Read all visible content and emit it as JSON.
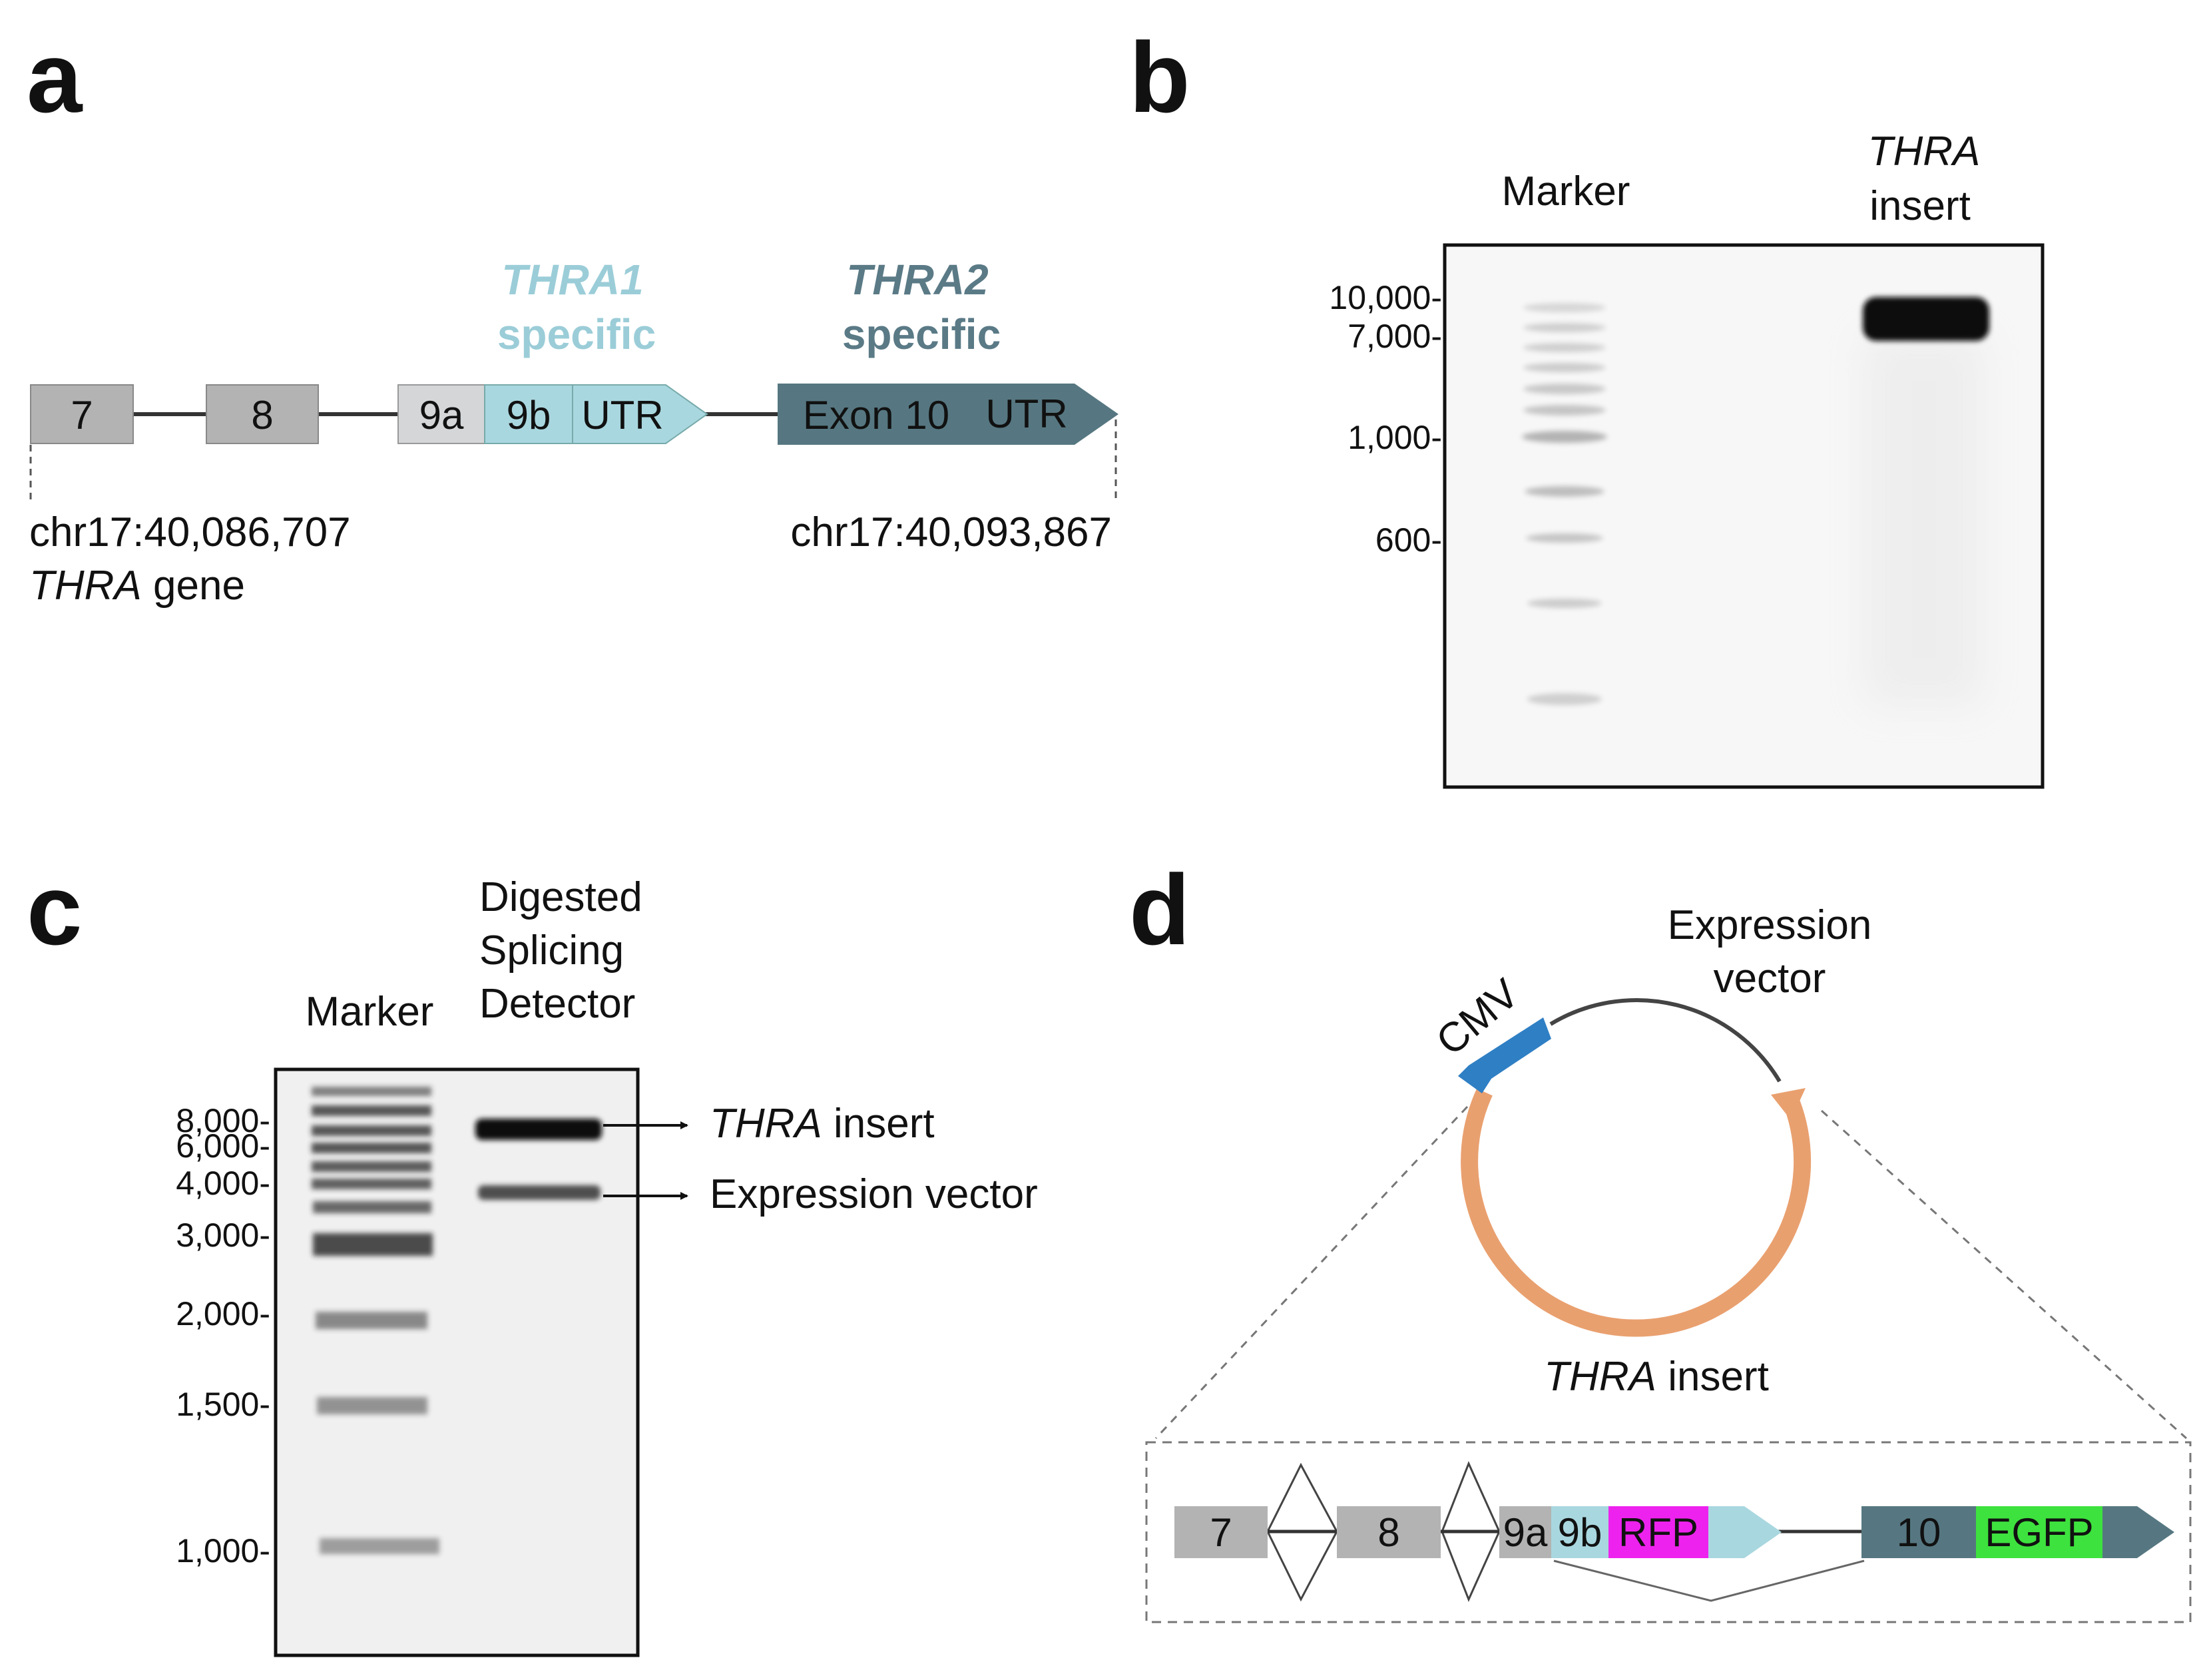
{
  "panels": {
    "a": "a",
    "b": "b",
    "c": "c",
    "d": "d"
  },
  "colors": {
    "exon_gray": "#b3b3b3",
    "exon_light": "#d4d6d8",
    "thra1_light_blue": "#a9d7df",
    "thra2_dark_teal": "#567781",
    "cmv_blue": "#2f7fc4",
    "insert_orange": "#e9a06f",
    "rfp_magenta": "#ee22ee",
    "egfp_green": "#3ee23e",
    "thra1_label": "#9bcdd8",
    "thra2_label": "#5a7a86"
  },
  "panel_a": {
    "thra1_name": "THRA1",
    "thra1_suffix": "specific",
    "thra2_name": "THRA2",
    "thra2_suffix": "specific",
    "exons": [
      "7",
      "8",
      "9a",
      "9b",
      "UTR",
      "Exon 10",
      "UTR"
    ],
    "coord_left": "chr17:40,086,707",
    "coord_right": "chr17:40,093,867",
    "gene_name": "THRA",
    "gene_suffix": " gene"
  },
  "panel_b": {
    "lane_marker": "Marker",
    "lane_insert_line1": "THRA",
    "lane_insert_line2": "insert",
    "ticks": [
      "10,000-",
      "7,000-",
      "1,000-",
      "600-"
    ]
  },
  "panel_c": {
    "lane_marker": "Marker",
    "lane_digest": [
      "Digested",
      "Splicing",
      "Detector"
    ],
    "ticks": [
      "8,000-",
      "6,000-",
      "4,000-",
      "3,000-",
      "2,000-",
      "1,500-",
      "1,000-"
    ],
    "band_insert_name": "THRA",
    "band_insert_suffix": " insert",
    "band_vector": "Expression vector"
  },
  "panel_d": {
    "cmv": "CMV",
    "vector_line1": "Expression",
    "vector_line2": "vector",
    "insert_name": "THRA",
    "insert_suffix": " insert",
    "construct": [
      "7",
      "8",
      "9a",
      "9b",
      "RFP",
      "10",
      "EGFP"
    ]
  }
}
